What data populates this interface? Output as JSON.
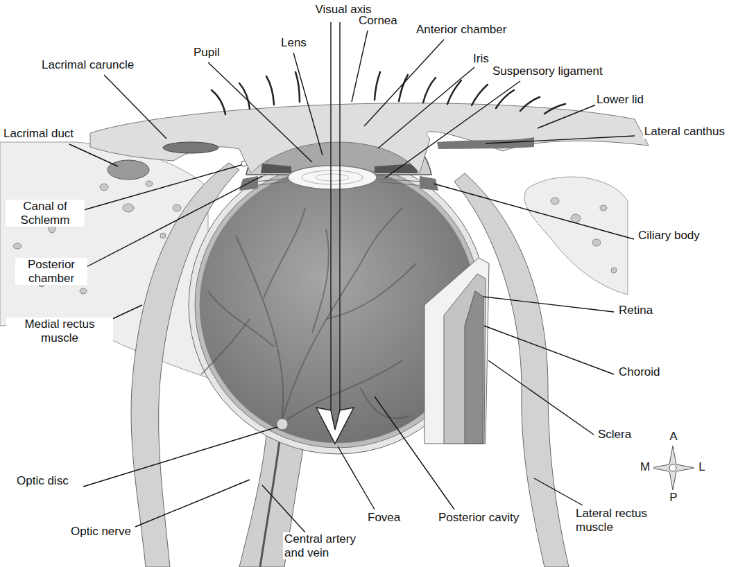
{
  "diagram": {
    "labels": [
      "Visual axis",
      "Lacrimal caruncle",
      "Pupil",
      "Lens",
      "Cornea",
      "Anterior chamber",
      "Iris",
      "Suspensory ligament",
      "Lower lid",
      "Lacrimal duct",
      "Lateral canthus",
      "Canal of Schlemm",
      "Posterior chamber",
      "Ciliary body",
      "Retina",
      "Medial rectus muscle",
      "Choroid",
      "Sclera",
      "A",
      "M",
      "L",
      "P",
      "Optic disc",
      "Optic nerve",
      "Fovea",
      "Posterior cavity",
      "Lateral rectus muscle",
      "Central artery and vein"
    ]
  }
}
